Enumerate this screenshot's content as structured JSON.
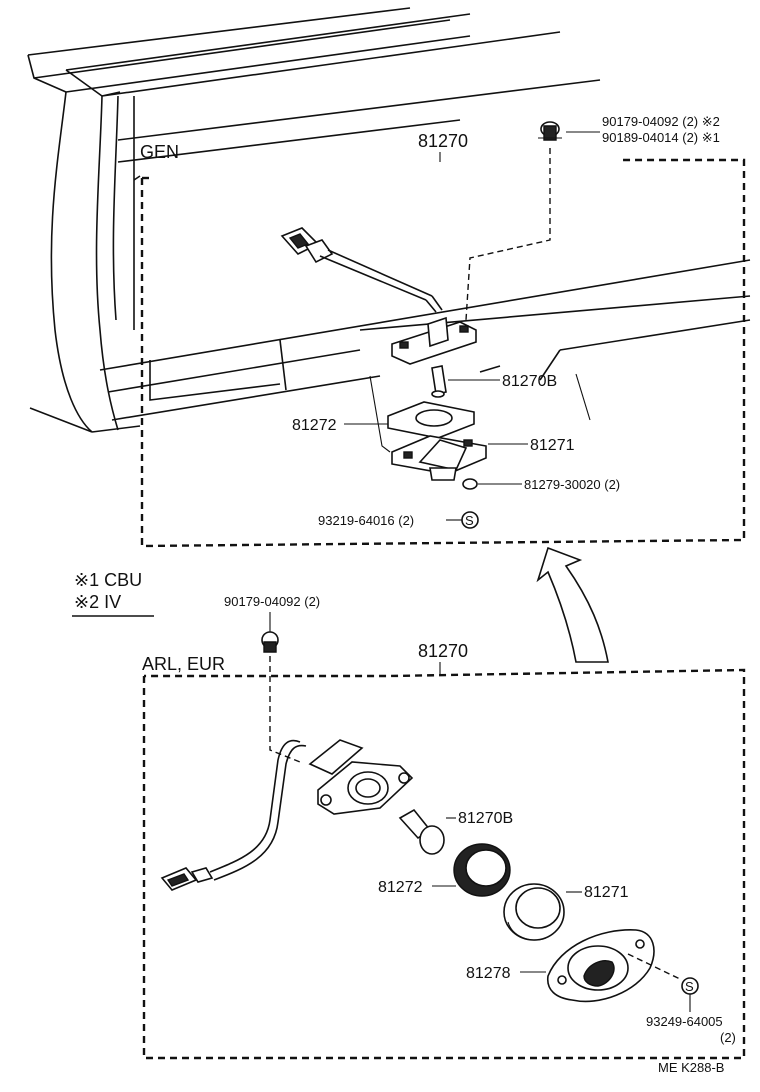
{
  "diagram": {
    "gen_section": {
      "title": "GEN",
      "assembly_part": "81270",
      "screw_note_1": "90179-04092 (2) ※2",
      "screw_note_2": "90189-04014 (2) ※1",
      "bulb": "81270B",
      "gasket": "81272",
      "lens": "81271",
      "nut": "81279-30020 (2)",
      "screw": "93219-64016 (2)",
      "screw_mark": "S"
    },
    "legend": {
      "line1": "※1 CBU",
      "line2": "※2 IV"
    },
    "arl_section": {
      "title": "ARL, EUR",
      "assembly_part": "81270",
      "screw_note": "90179-04092 (2)",
      "bulb": "81270B",
      "gasket": "81272",
      "lens": "81271",
      "cover": "81278",
      "screw": "93249-64005",
      "screw_qty": "(2)",
      "screw_mark": "S"
    },
    "footer": {
      "code": "ME  K288-B"
    }
  }
}
